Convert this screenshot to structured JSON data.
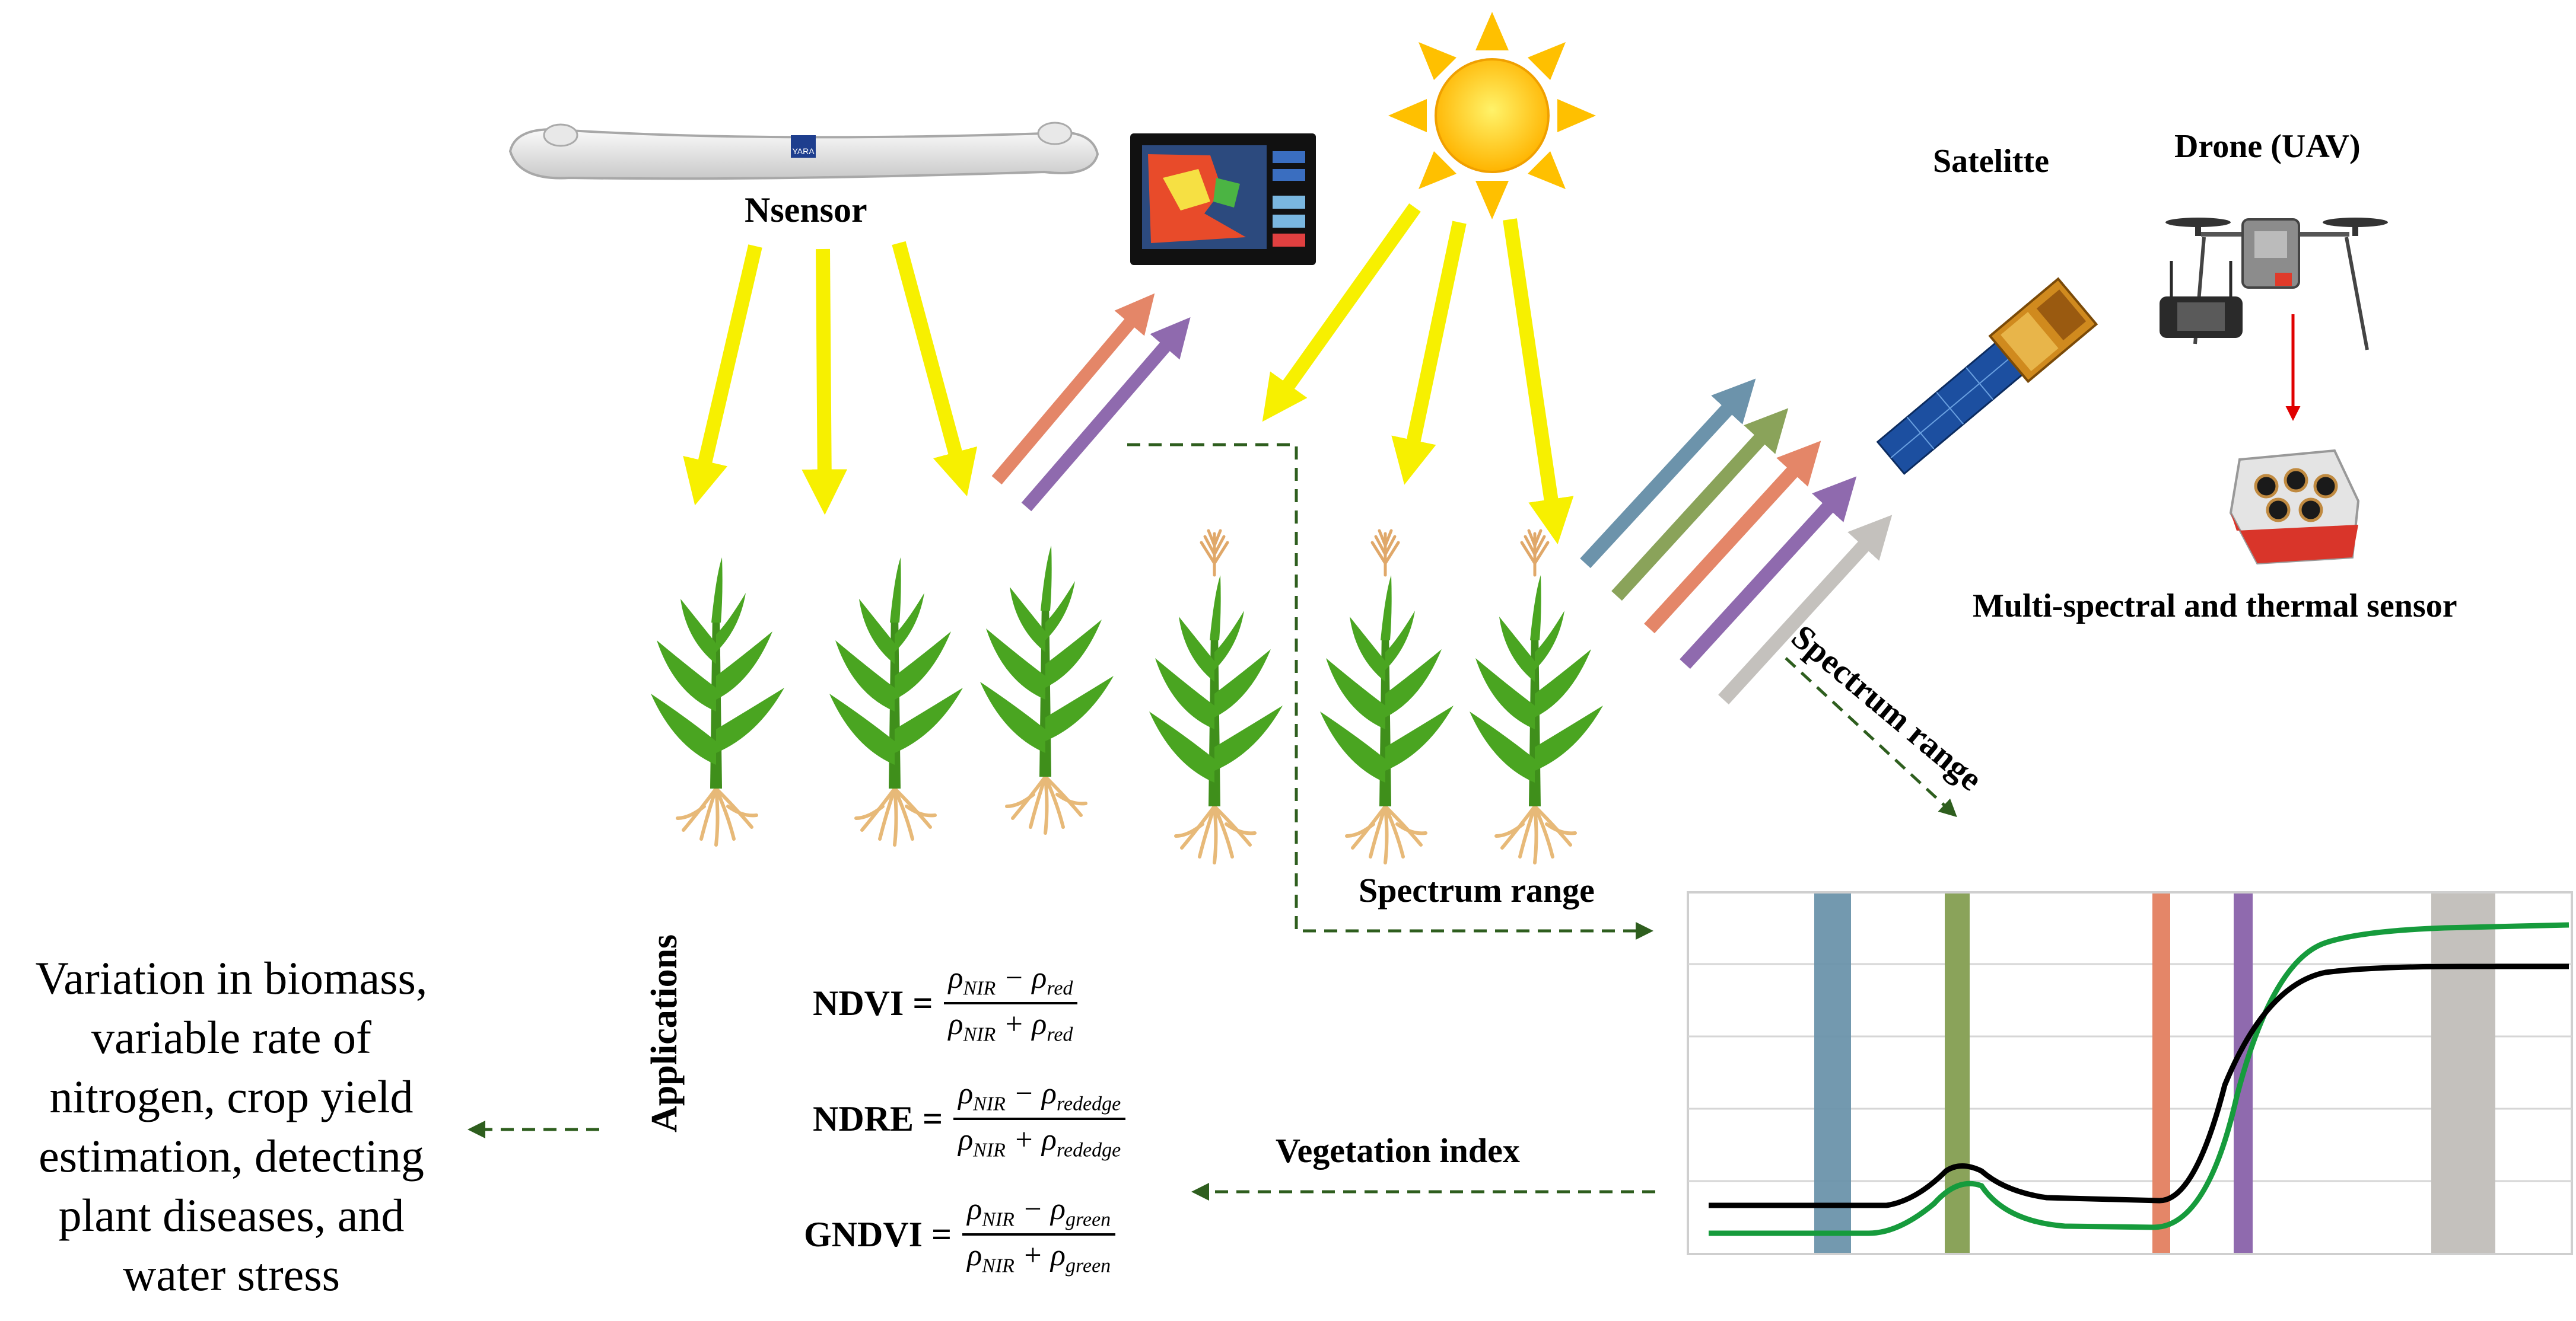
{
  "labels": {
    "nsensor": "Nsensor",
    "satellite": "Satelitte",
    "drone": "Drone (UAV)",
    "sensor": "Multi-spectral and thermal sensor",
    "spectrum_diag": "Spectrum range",
    "spectrum_mid": "Spectrum range",
    "vegetation_index": "Vegetation index",
    "applications": "Applications",
    "applications_text": "Variation in biomass, variable rate of nitrogen, crop yield estimation, detecting plant diseases, and water stress",
    "device_logo": "YARA"
  },
  "indices": [
    {
      "name": "NDVI =",
      "num_a": "ρ",
      "num_a_sub": "NIR",
      "num_op": " − ρ",
      "num_b_sub": "red",
      "den_a": "ρ",
      "den_a_sub": "NIR",
      "den_op": " + ρ",
      "den_b_sub": "red"
    },
    {
      "name": "NDRE =",
      "num_a": "ρ",
      "num_a_sub": "NIR",
      "num_op": " − ρ",
      "num_b_sub": "rededge",
      "den_a": "ρ",
      "den_a_sub": "NIR",
      "den_op": " + ρ",
      "den_b_sub": "rededge"
    },
    {
      "name": "GNDVI =",
      "num_a": "ρ",
      "num_a_sub": "NIR",
      "num_op": " − ρ",
      "num_b_sub": "green",
      "den_a": "ρ",
      "den_a_sub": "NIR",
      "den_op": " + ρ",
      "den_b_sub": "green"
    }
  ],
  "colors": {
    "sunlight": "#f7f000",
    "sun": "#ffc000",
    "blue_band": "#6c93ab",
    "green_band": "#8aa35a",
    "red_band": "#e48668",
    "violet_band": "#8f6aae",
    "nir_band": "#c4c1bd",
    "dashed_arrow": "#2e5e1e",
    "drone_arrow": "#e00000",
    "curve_black": "#000000",
    "curve_green": "#169b3c",
    "plant_leaf": "#4aa521",
    "plant_root": "#e7b978",
    "plant_tassel": "#e0a86a"
  },
  "icons": [
    "sun-icon",
    "nsensor-device-icon",
    "tablet-display-icon",
    "satellite-icon",
    "drone-icon",
    "controller-icon",
    "multispectral-camera-icon",
    "crop-plant-icon"
  ]
}
